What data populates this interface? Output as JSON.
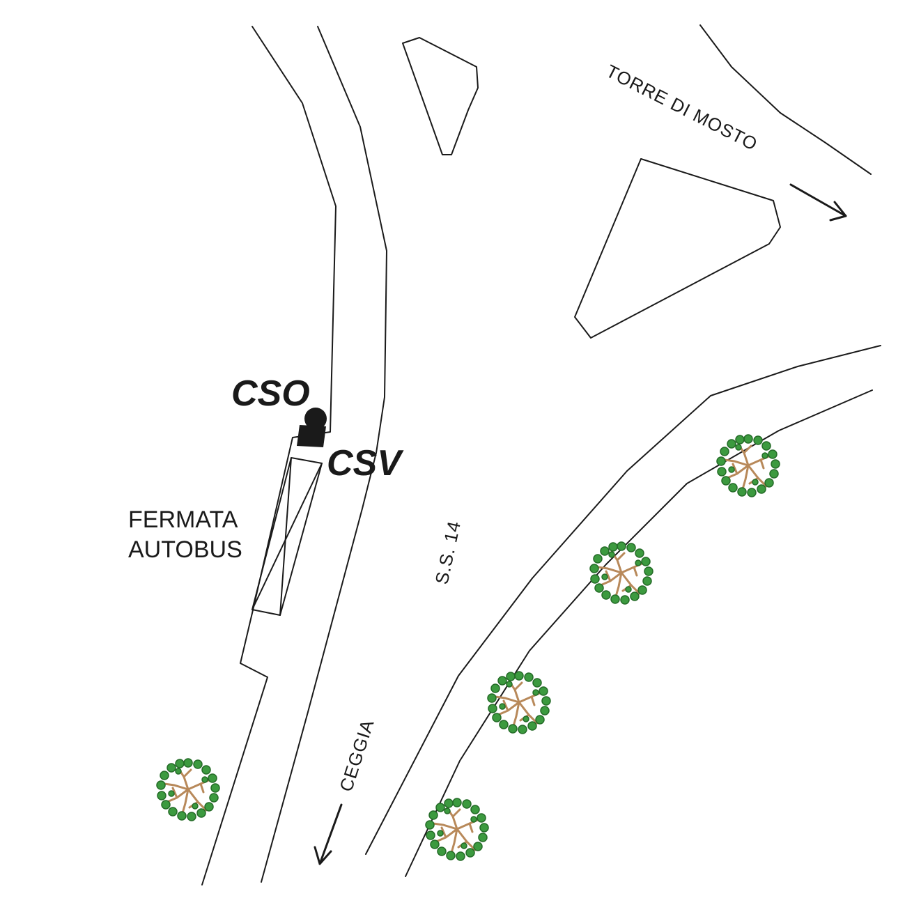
{
  "map": {
    "labels": {
      "torre_di_mosto": "TORRE DI MOSTO",
      "ceggia": "CEGGIA",
      "road": "S.S. 14",
      "bus_stop_line1": "FERMATA",
      "bus_stop_line2": "AUTOBUS",
      "cso": "CSO",
      "csv": "CSV"
    },
    "colors": {
      "line": "#1a1a1a",
      "tree_foliage": "#3c9a3f",
      "tree_branch": "#b8895a",
      "background": "#ffffff"
    },
    "symbols": {
      "cso_marker": "cso-marker-icon",
      "csv_marker": "csv-marker-icon",
      "tree": "tree-icon",
      "direction_arrow": "arrow-icon"
    }
  }
}
